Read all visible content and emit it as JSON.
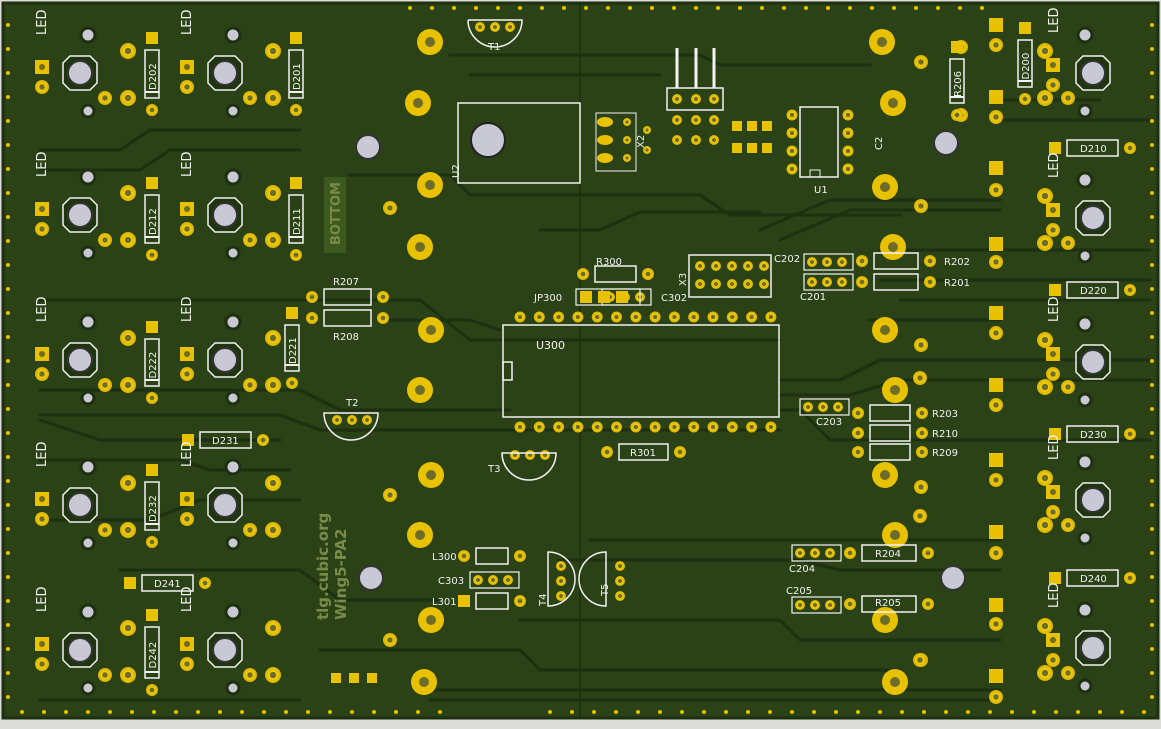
{
  "colors": {
    "board_bg": "#dcdcd8",
    "solder_mask": "#2a4216",
    "trace": "#1d3010",
    "pad_gold": "#e8c200",
    "drill": "#6d6c2a",
    "silkscreen": "#f2f2f2",
    "logo_text": "#7a8a48"
  },
  "board": {
    "logo_line1": "tlg.cubic.org",
    "logo_line2": "Wing5-PA2",
    "side_label": "BOTTOM"
  },
  "leds": {
    "label": "LED",
    "left_sites": 10,
    "right_sites": 5
  },
  "components": {
    "diodes": [
      "D202",
      "D201",
      "D212",
      "D211",
      "D222",
      "D221",
      "D231",
      "D232",
      "D241",
      "D242",
      "D200",
      "D210",
      "D220",
      "D230",
      "D240"
    ],
    "resistors": [
      "R206",
      "R207",
      "R208",
      "R300",
      "R301",
      "R202",
      "R201",
      "R203",
      "R210",
      "R209",
      "R204",
      "R205"
    ],
    "capacitors": [
      "C2",
      "C202",
      "C201",
      "C203",
      "C204",
      "C205",
      "C302",
      "C303"
    ],
    "inductors": [
      "L300",
      "L301"
    ],
    "transistors": [
      "T1",
      "T2",
      "T3",
      "T4",
      "T5"
    ],
    "ics": [
      "U1",
      "U2",
      "U300"
    ],
    "connectors": [
      "X2",
      "X3",
      "JP300"
    ]
  }
}
